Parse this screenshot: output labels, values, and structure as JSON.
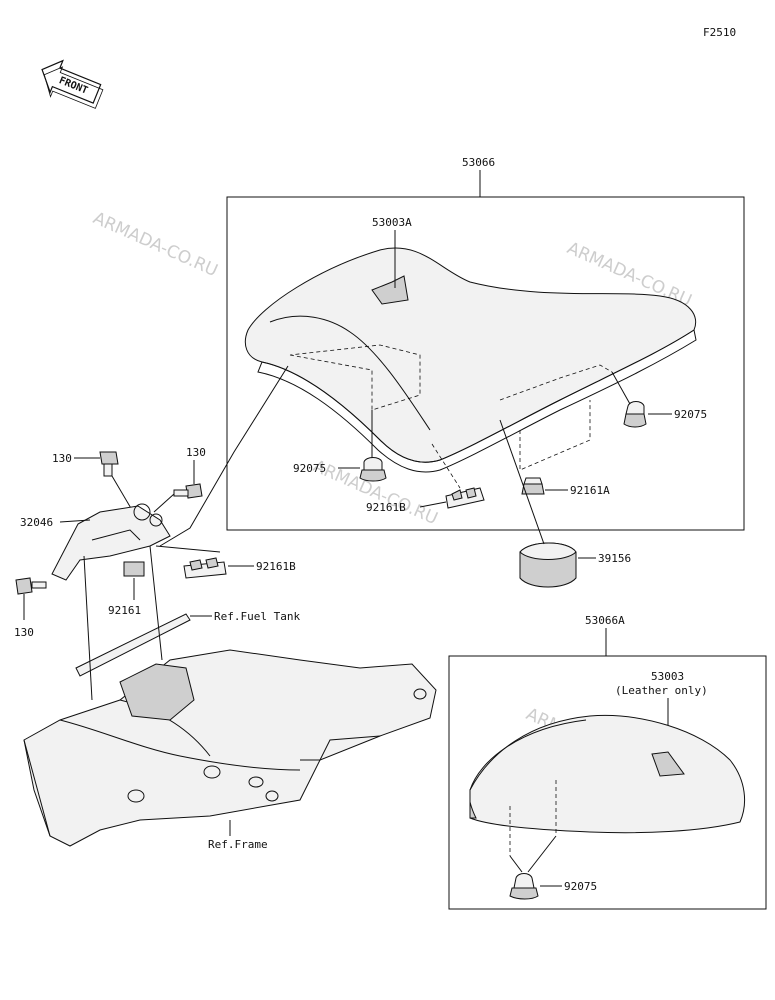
{
  "figure_code": "F2510",
  "front_label": "FRONT",
  "watermark": "ARMADA-CO.RU",
  "callouts": {
    "assembly_main": "53066",
    "assembly_pillion": "53066A",
    "cover_main": "53003A",
    "cover_pillion": "53003",
    "cover_pillion_note": "(Leather only)",
    "damper_main_right": "92075",
    "damper_main_left": "92075",
    "damper_pillion": "92075",
    "clip_a": "92161A",
    "clip_b_seat": "92161B",
    "clip_b_bracket": "92161B",
    "damper_bracket": "92161",
    "pad": "39156",
    "bracket": "32046",
    "bolt_top_left": "130",
    "bolt_top_right": "130",
    "bolt_bottom": "130",
    "ref_fuel_tank": "Ref.Fuel Tank",
    "ref_frame": "Ref.Frame"
  }
}
